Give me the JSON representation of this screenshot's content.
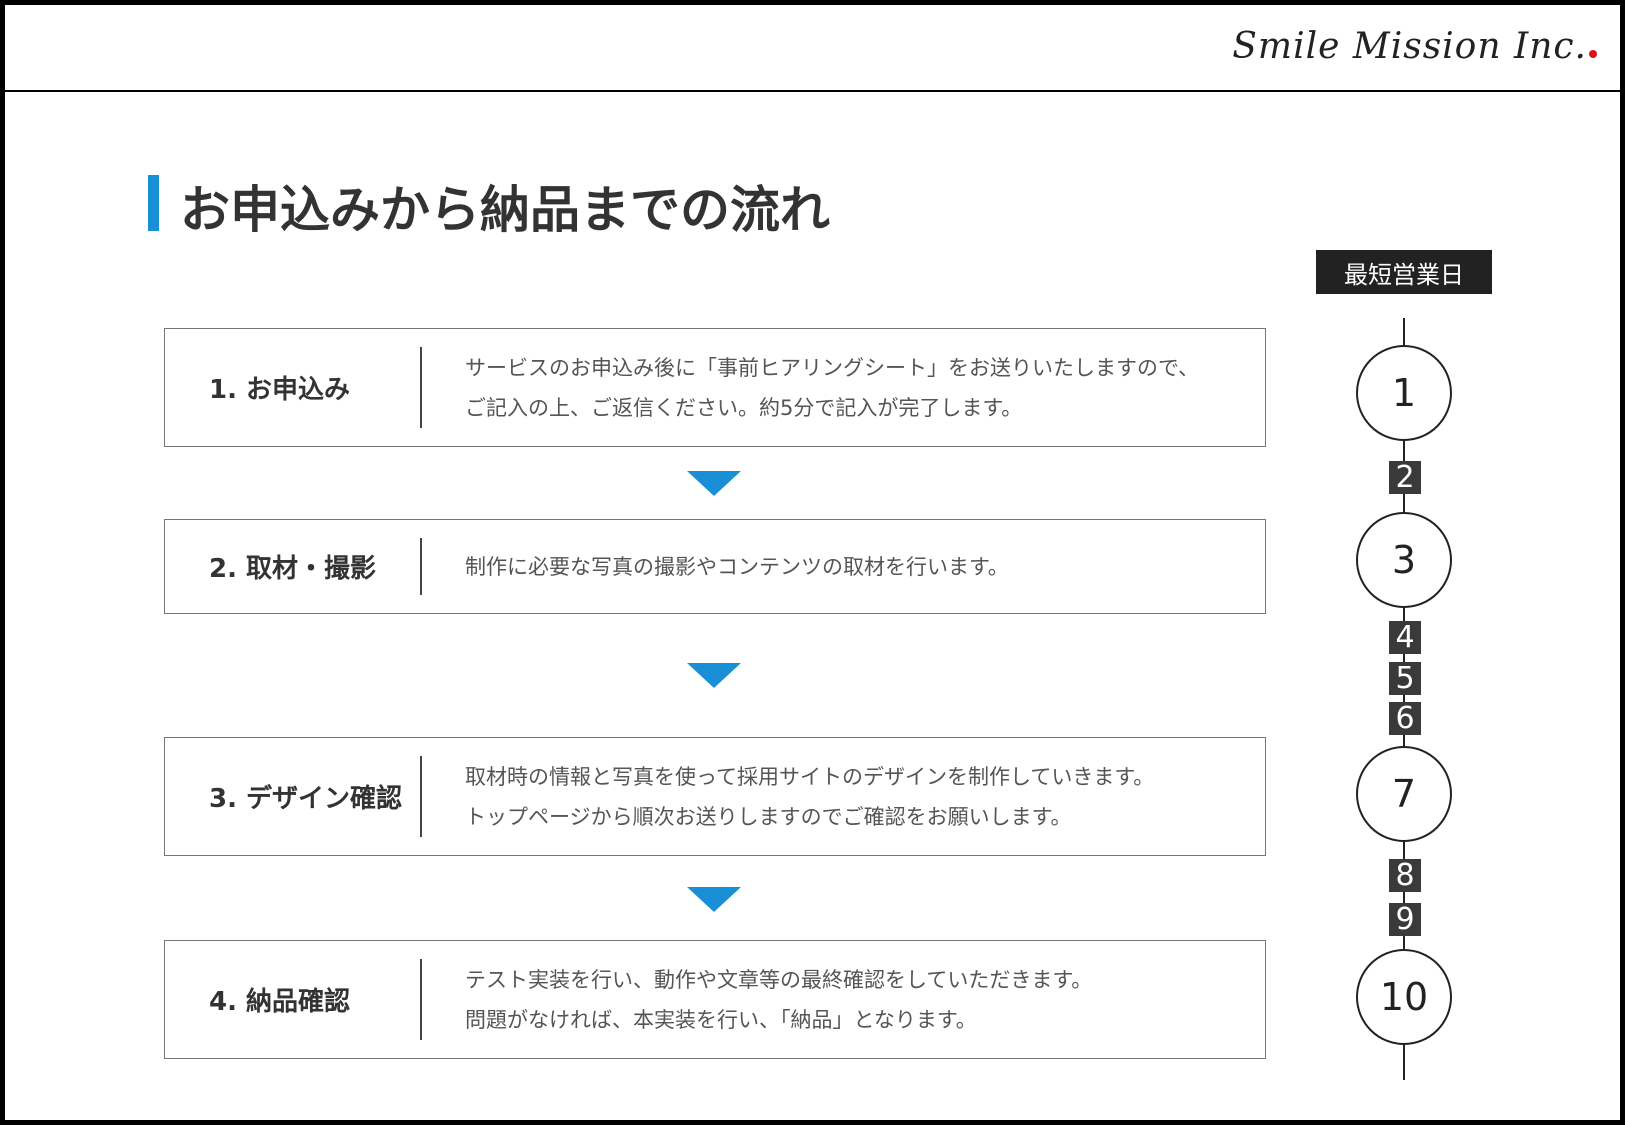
{
  "header": {
    "brand": "Smile Mission Inc."
  },
  "page": {
    "title": "お申込みから納品までの流れ"
  },
  "steps": [
    {
      "label": "1. お申込み",
      "lines": [
        "サービスのお申込み後に「事前ヒアリングシート」をお送りいたしますので、",
        "ご記入の上、ご返信ください。約5分で記入が完了します。"
      ]
    },
    {
      "label": "2. 取材・撮影",
      "lines": [
        "制作に必要な写真の撮影やコンテンツの取材を行います。"
      ]
    },
    {
      "label": "3. デザイン確認",
      "lines": [
        "取材時の情報と写真を使って採用サイトのデザインを制作していきます。",
        "トップページから順次お送りしますのでご確認をお願いします。"
      ]
    },
    {
      "label": "4. 納品確認",
      "lines": [
        "テスト実装を行い、動作や文章等の最終確認をしていただきます。",
        "問題がなければ、本実装を行い、「納品」となります。"
      ]
    }
  ],
  "timeline": {
    "header": "最短営業日",
    "milestones": [
      "1",
      "3",
      "7",
      "10"
    ],
    "intermediate": [
      "2",
      "4",
      "5",
      "6",
      "8",
      "9"
    ]
  },
  "colors": {
    "accent": "#1a8fd6",
    "brand_dot": "#e0101a",
    "dark": "#222222"
  }
}
